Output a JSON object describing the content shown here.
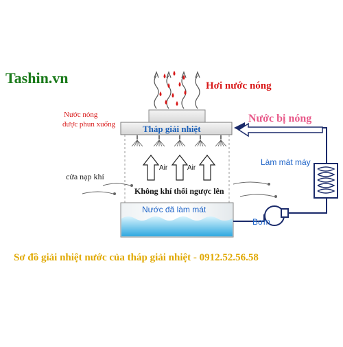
{
  "brand": "Tashin.vn",
  "labels": {
    "hot_steam": "Hơi nước nóng",
    "hot_water_sprayed_line1": "Nước nóng",
    "hot_water_sprayed_line2": "được phun xuống",
    "tower": "Tháp giải nhiệt",
    "heated_water": "Nước bị nóng",
    "machine_cooling": "Làm mát máy",
    "air_inlet": "cửa nạp khí",
    "air_blown_up": "Không khí thổi ngược lên",
    "cooled_water": "Nước đã làm mát",
    "pump": "Bơm",
    "air_arrow_1": "Air",
    "air_arrow_2": "Air"
  },
  "caption": "Sơ đồ giải nhiệt nước của tháp giải nhiệt - 0912.52.56.58",
  "colors": {
    "brand": "#1a7a1a",
    "hot_text": "#d81818",
    "hot_arrow": "#e87a9a",
    "tower_text": "#1a5fb8",
    "blue_text": "#1f64c8",
    "caption": "#e0a800",
    "pipe": "#1a2a6a",
    "water_light": "#cfeefb",
    "water_dark": "#3fb4e8",
    "droplet": "#d81818"
  },
  "icons": [
    "steam-droplet-icon",
    "spray-nozzle-icon",
    "air-up-arrow-icon",
    "wind-swirl-icon",
    "coil-heat-exchanger-icon",
    "pump-icon"
  ]
}
